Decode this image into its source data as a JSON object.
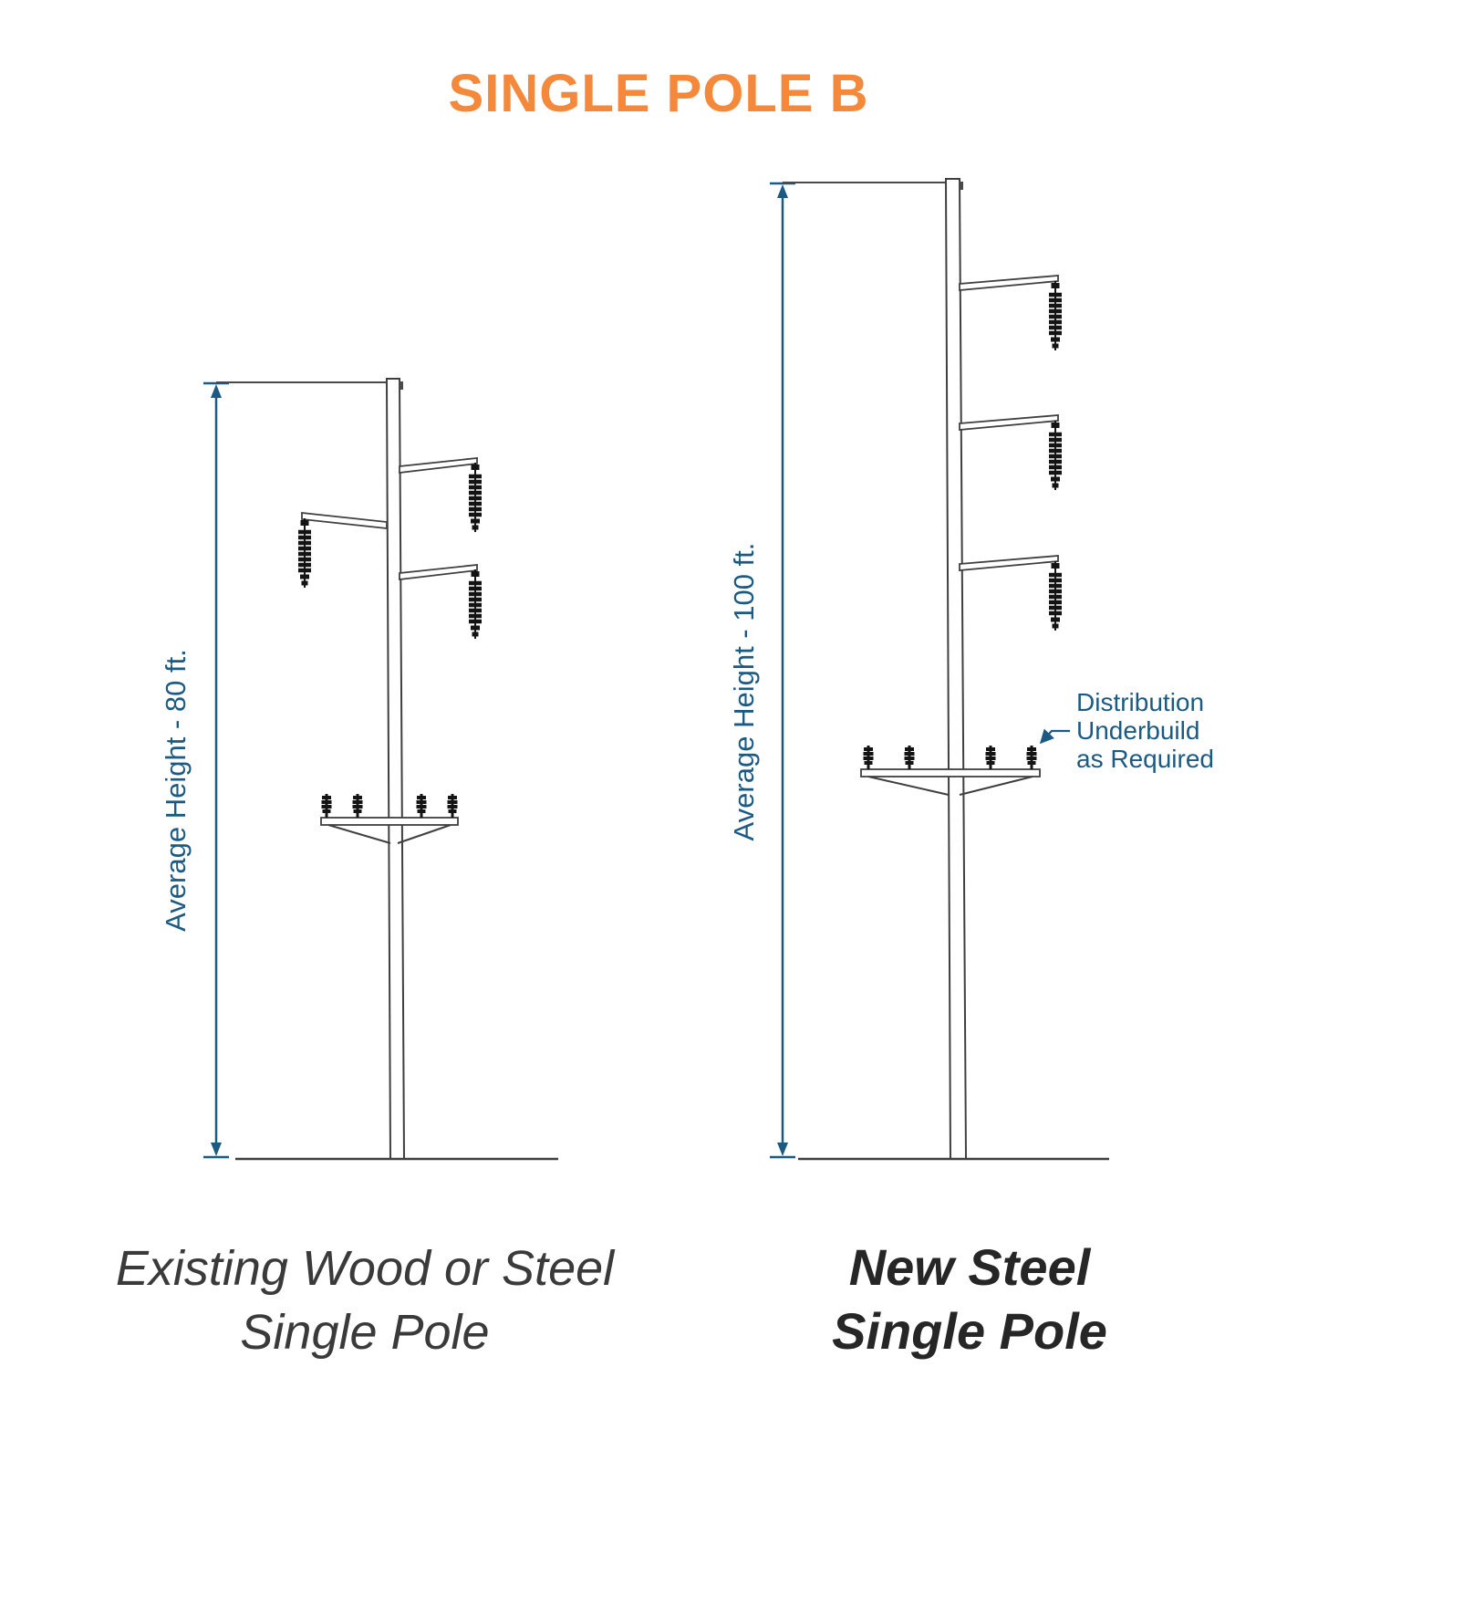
{
  "title": "SINGLE POLE B",
  "colors": {
    "title_orange": "#F4883B",
    "dimension_navy": "#1B5A82",
    "drawing_gray": "#3F3F3F",
    "caption_gray": "#3A3A3A"
  },
  "left_pole": {
    "height_label": "Average Height - 80 ft.",
    "caption_line1": "Existing Wood or Steel",
    "caption_line2": "Single Pole"
  },
  "right_pole": {
    "height_label": "Average Height - 100 ft.",
    "caption_line1": "New Steel",
    "caption_line2": "Single Pole",
    "annotation": {
      "line1": "Distribution",
      "line2": "Underbuild",
      "line3": "as Required"
    }
  }
}
